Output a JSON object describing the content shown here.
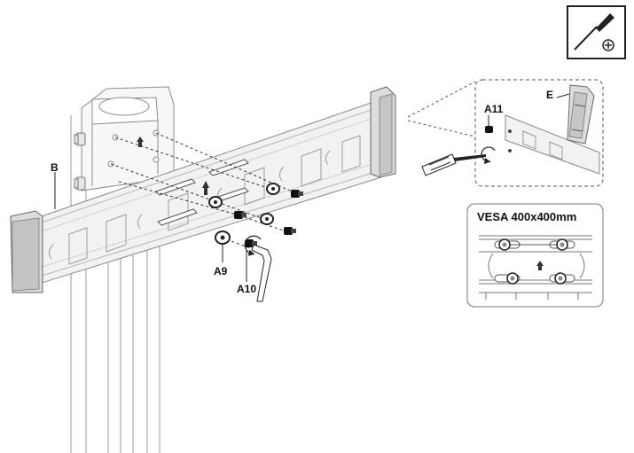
{
  "labels": {
    "bar": "B",
    "washer": "A9",
    "allen_key": "A10",
    "screw_detail": "A11",
    "end_cap": "E"
  },
  "vesa_inset": {
    "title": "VESA 400x400mm"
  },
  "tool_icon": "phillips-screwdriver-icon"
}
